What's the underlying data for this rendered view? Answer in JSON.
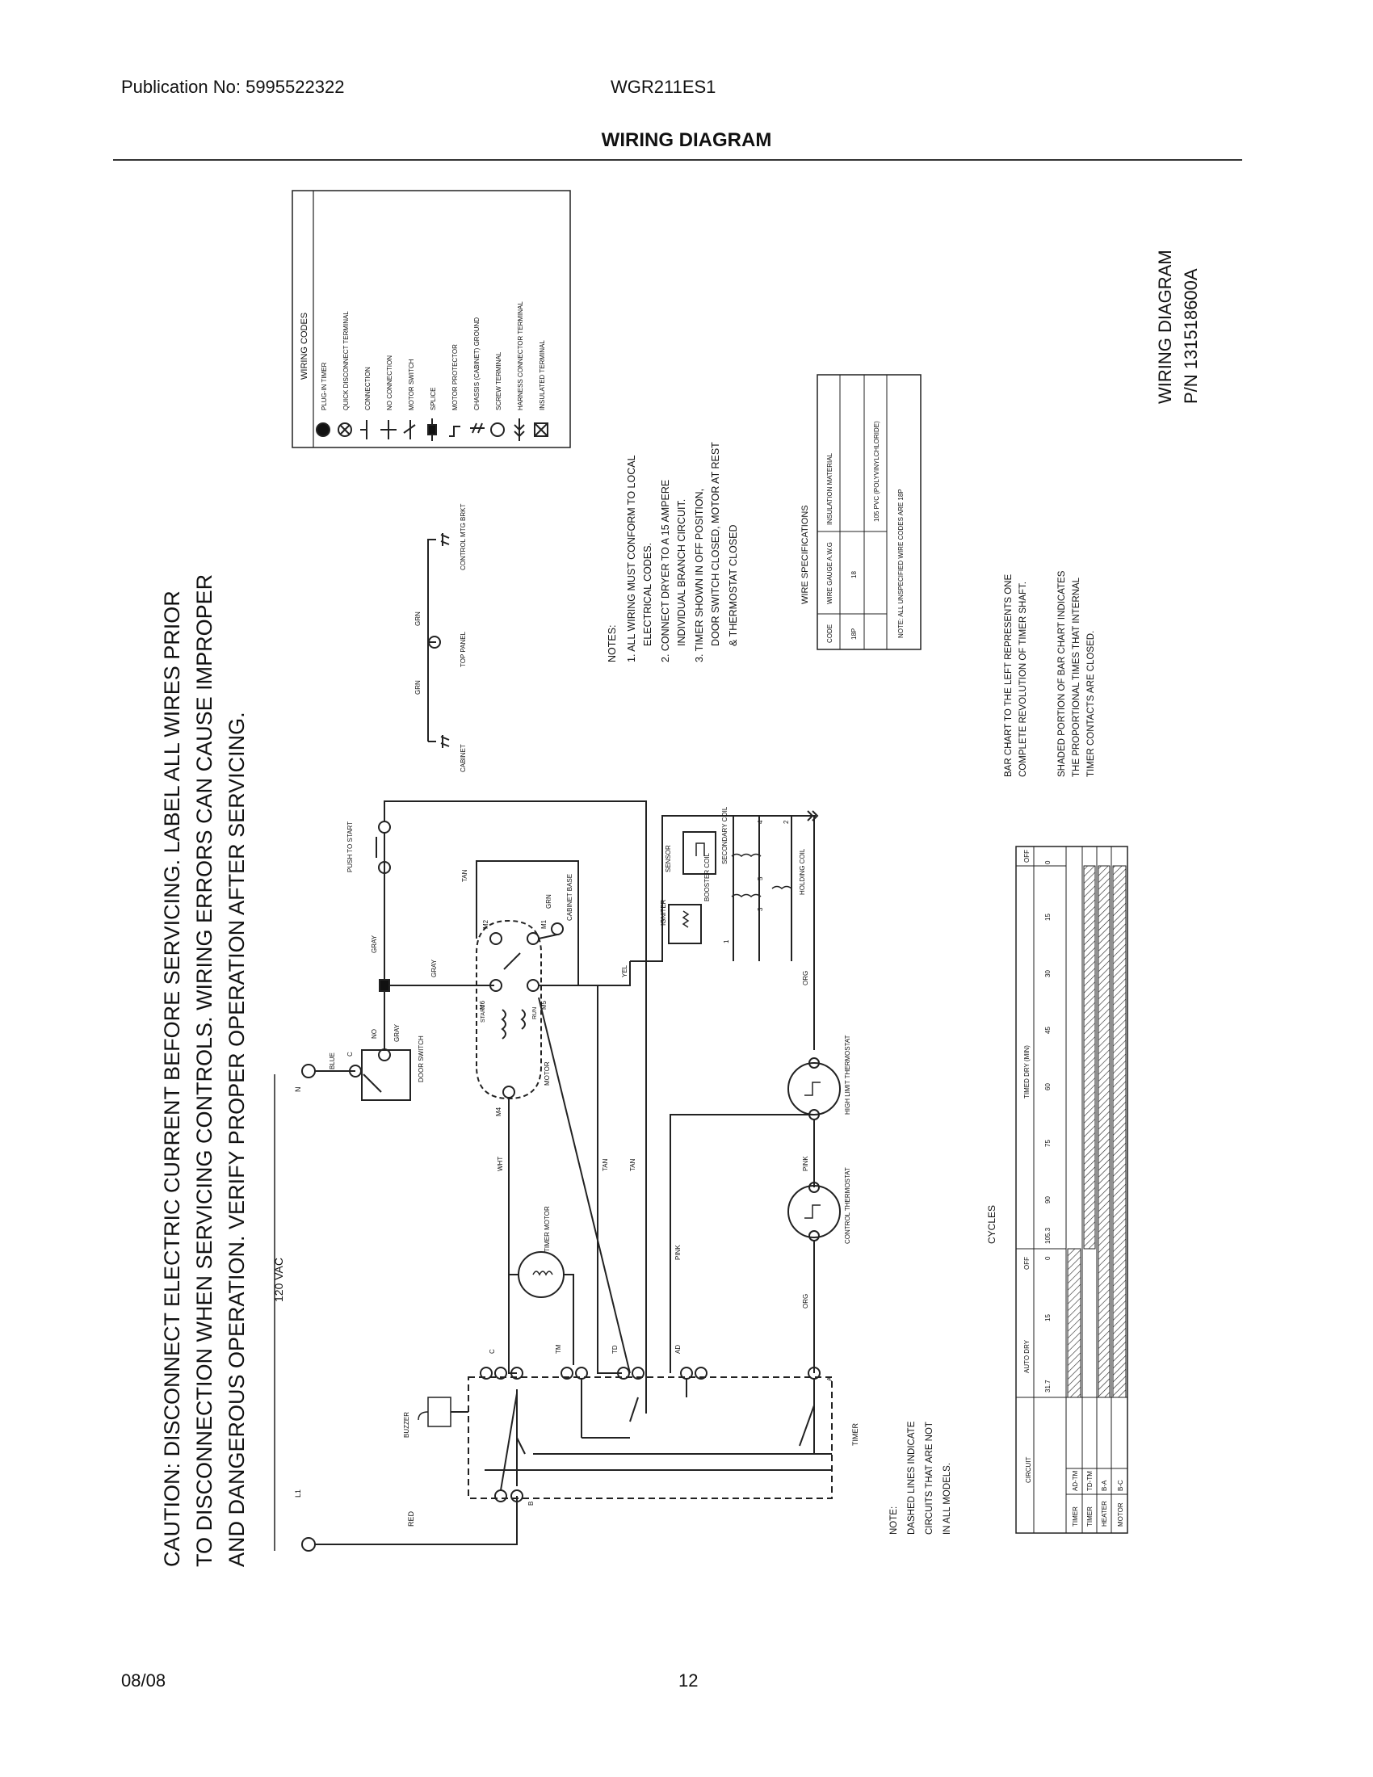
{
  "header": {
    "publication": "Publication No: 5995522322",
    "model": "WGR211ES1",
    "title": "WIRING DIAGRAM"
  },
  "footer": {
    "date": "08/08",
    "page": "12"
  },
  "caution": [
    "CAUTION: DISCONNECT ELECTRIC CURRENT BEFORE SERVICING. LABEL ALL WIRES PRIOR",
    "TO DISCONNECTION WHEN SERVICING CONTROLS. WIRING ERRORS CAN CAUSE IMPROPER",
    "AND DANGEROUS OPERATION. VERIFY PROPER OPERATION AFTER SERVICING."
  ],
  "diagram_id": [
    "WIRING DIAGRAM",
    "P/N 131518600A"
  ],
  "wiring_codes": {
    "title": "WIRING CODES",
    "items": [
      {
        "icon": "plug-in-timer-icon",
        "label": "PLUG-IN TIMER"
      },
      {
        "icon": "quick-disconnect-icon",
        "label": "QUICK DISCONNECT TERMINAL"
      },
      {
        "icon": "connection-icon",
        "label": "CONNECTION"
      },
      {
        "icon": "no-connection-icon",
        "label": "NO CONNECTION"
      },
      {
        "icon": "motor-switch-icon",
        "label": "MOTOR SWITCH"
      },
      {
        "icon": "splice-icon",
        "label": "SPLICE"
      },
      {
        "icon": "motor-protector-icon",
        "label": "MOTOR PROTECTOR"
      },
      {
        "icon": "chassis-ground-icon",
        "label": "CHASSIS (CABINET) GROUND"
      },
      {
        "icon": "screw-terminal-icon",
        "label": "SCREW TERMINAL"
      },
      {
        "icon": "harness-connector-icon",
        "label": "HARNESS CONNECTOR TERMINAL"
      },
      {
        "icon": "insulated-terminal-icon",
        "label": "INSULATED TERMINAL"
      }
    ]
  },
  "notes": {
    "title": "NOTES:",
    "lines": [
      "1. ALL WIRING MUST CONFORM TO LOCAL",
      "ELECTRICAL CODES.",
      "2. CONNECT DRYER TO A 15 AMPERE",
      "INDIVIDUAL BRANCH CIRCUIT.",
      "3. TIMER SHOWN IN OFF POSITION,",
      "DOOR SWITCH CLOSED, MOTOR AT REST",
      "& THERMOSTAT CLOSED"
    ]
  },
  "wire_specs": {
    "title": "WIRE SPECIFICATIONS",
    "headers": [
      "CODE",
      "WIRE GAUGE A.W.G",
      "INSULATION MATERIAL"
    ],
    "row": [
      "18P",
      "18",
      "105 PVC (POLYVINYLCHLORIDE)"
    ],
    "note": "NOTE: ALL UNSPECIFIED WIRE CODES ARE 18P"
  },
  "bar_chart_notes": [
    "BAR CHART TO THE LEFT REPRESENTS ONE",
    "COMPLETE REVOLUTION OF TIMER SHAFT.",
    "SHADED PORTION OF BAR CHART INDICATES",
    "THE PROPORTIONAL TIMES THAT INTERNAL",
    "TIMER CONTACTS ARE CLOSED."
  ],
  "dashed_note": [
    "NOTE:",
    "DASHED LINES INDICATE",
    "CIRCUITS THAT ARE NOT",
    "IN ALL MODELS."
  ],
  "cycles": {
    "title": "CYCLES",
    "circuit_header": "CIRCUIT",
    "groups": [
      "AUTO DRY",
      "OFF",
      "TIMED DRY (MIN)",
      "OFF"
    ],
    "ticks": [
      "31.7",
      "15",
      "0",
      "105.3",
      "90",
      "75",
      "60",
      "45",
      "30",
      "15",
      "0"
    ],
    "rows": [
      {
        "name": "TIMER",
        "contact": "AD-TM"
      },
      {
        "name": "TIMER",
        "contact": "TD-TM"
      },
      {
        "name": "HEATER",
        "contact": "B-A"
      },
      {
        "name": "MOTOR",
        "contact": "B-C"
      }
    ]
  },
  "labels": {
    "l1": "L1",
    "n": "N",
    "vac": "120 VAC",
    "red": "RED",
    "blue": "BLUE",
    "gray": "GRAY",
    "wht": "WHT",
    "tan": "TAN",
    "yel": "YEL",
    "pink": "PINK",
    "org": "ORG",
    "grn": "GRN",
    "buzzer": "BUZZER",
    "timer": "TIMER",
    "timer_motor": "TIMER MOTOR",
    "door_switch": "DOOR SWITCH",
    "push_to_start": "PUSH TO START",
    "motor": "MOTOR",
    "cabinet_base": "CABINET BASE",
    "igniter": "IGNITER",
    "sensor": "SENSOR",
    "booster_coil": "BOOSTER COIL",
    "holding_coil": "HOLDING COIL",
    "secondary_coil": "SECONDARY COIL",
    "high_limit": "HIGH LIMIT THERMOSTAT",
    "control_thermostat": "CONTROL THERMOSTAT",
    "cabinet": "CABINET",
    "top_panel": "TOP PANEL",
    "control_mtg": "CONTROL MTG BRKT",
    "start": "START",
    "run": "RUN",
    "m1": "M1",
    "m2": "M2",
    "m4": "M4",
    "m5": "M5",
    "m6": "M6",
    "t_c": "C",
    "t_tm": "TM",
    "t_td": "TD",
    "t_ad": "AD",
    "t_a": "A",
    "t_b": "B",
    "ds_c": "C",
    "ds_no": "NO",
    "n1": "1",
    "n2": "2",
    "n3": "3",
    "n4": "4",
    "n5": "5"
  }
}
